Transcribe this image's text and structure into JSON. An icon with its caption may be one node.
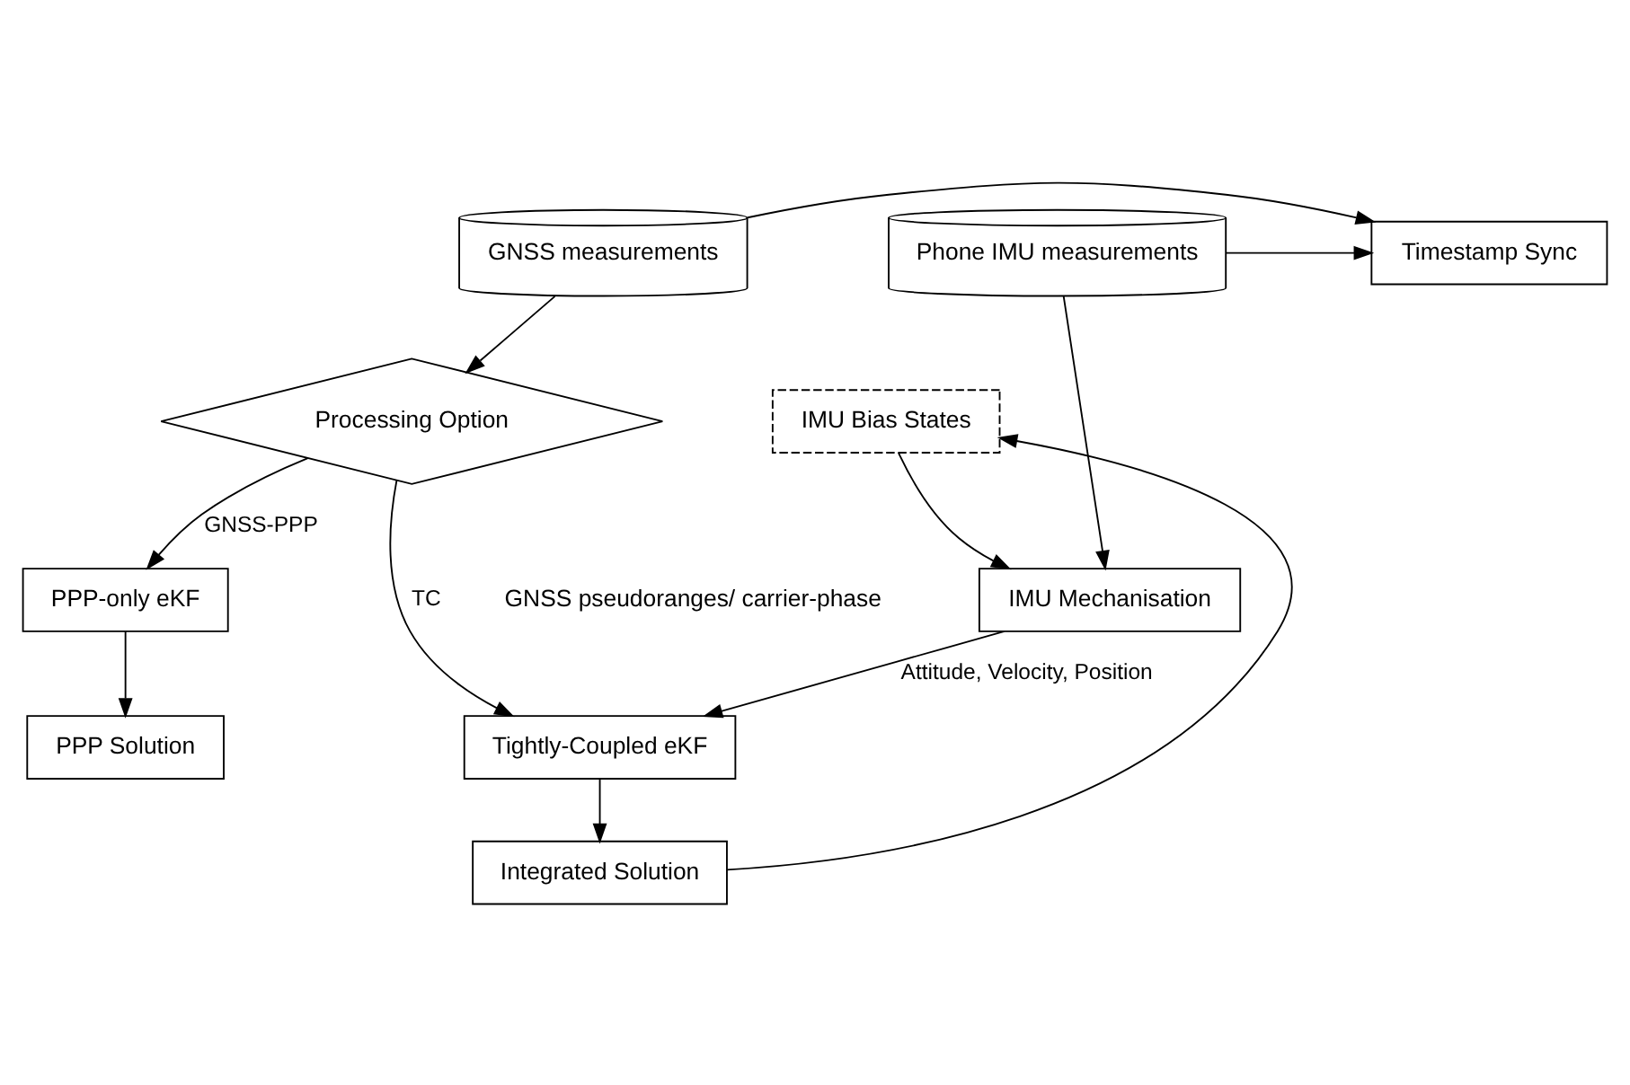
{
  "diagram": {
    "nodes": [
      {
        "text": [
          "GNSS measurements"
        ]
      },
      {
        "text": [
          "Timestamp Sync"
        ]
      },
      {
        "text": [
          "Phone IMU measurements"
        ]
      },
      {
        "text": [
          "Processing Option"
        ]
      },
      {
        "text": [
          "IMU Bias States"
        ]
      },
      {
        "text": [
          "IMU Mechanisation"
        ]
      },
      {
        "text": [
          "PPP-only eKF"
        ]
      },
      {
        "text": [
          "Tightly-Coupled eKF"
        ]
      },
      {
        "text": [
          "PPP Solution"
        ]
      },
      {
        "text": [
          "Integrated Solution"
        ]
      }
    ],
    "edges": [
      {
        "from": 0,
        "to": 1,
        "arrow": "to"
      },
      {
        "from": 2,
        "to": 1,
        "arrow": "to"
      },
      {
        "from": 0,
        "to": 3,
        "arrow": "to"
      },
      {
        "from": 3,
        "to": 6,
        "arrow": "to",
        "label": "GNSS-PPP"
      },
      {
        "from": 3,
        "to": 7,
        "arrow": "to",
        "label": "TC"
      },
      {
        "from": 2,
        "to": 5,
        "arrow": "to"
      },
      {
        "from": 4,
        "to": 5,
        "arrow": "to"
      },
      {
        "from": 5,
        "to": 7,
        "arrow": "to",
        "label": "Attitude, Velocity, Position"
      },
      {
        "from": 6,
        "to": 8,
        "arrow": "to"
      },
      {
        "from": 7,
        "to": 9,
        "arrow": "to"
      },
      {
        "from": 9,
        "to": 4,
        "arrow": "to"
      }
    ],
    "labels": [
      "GNSS pseudoranges/ carrier-phase"
    ]
  }
}
